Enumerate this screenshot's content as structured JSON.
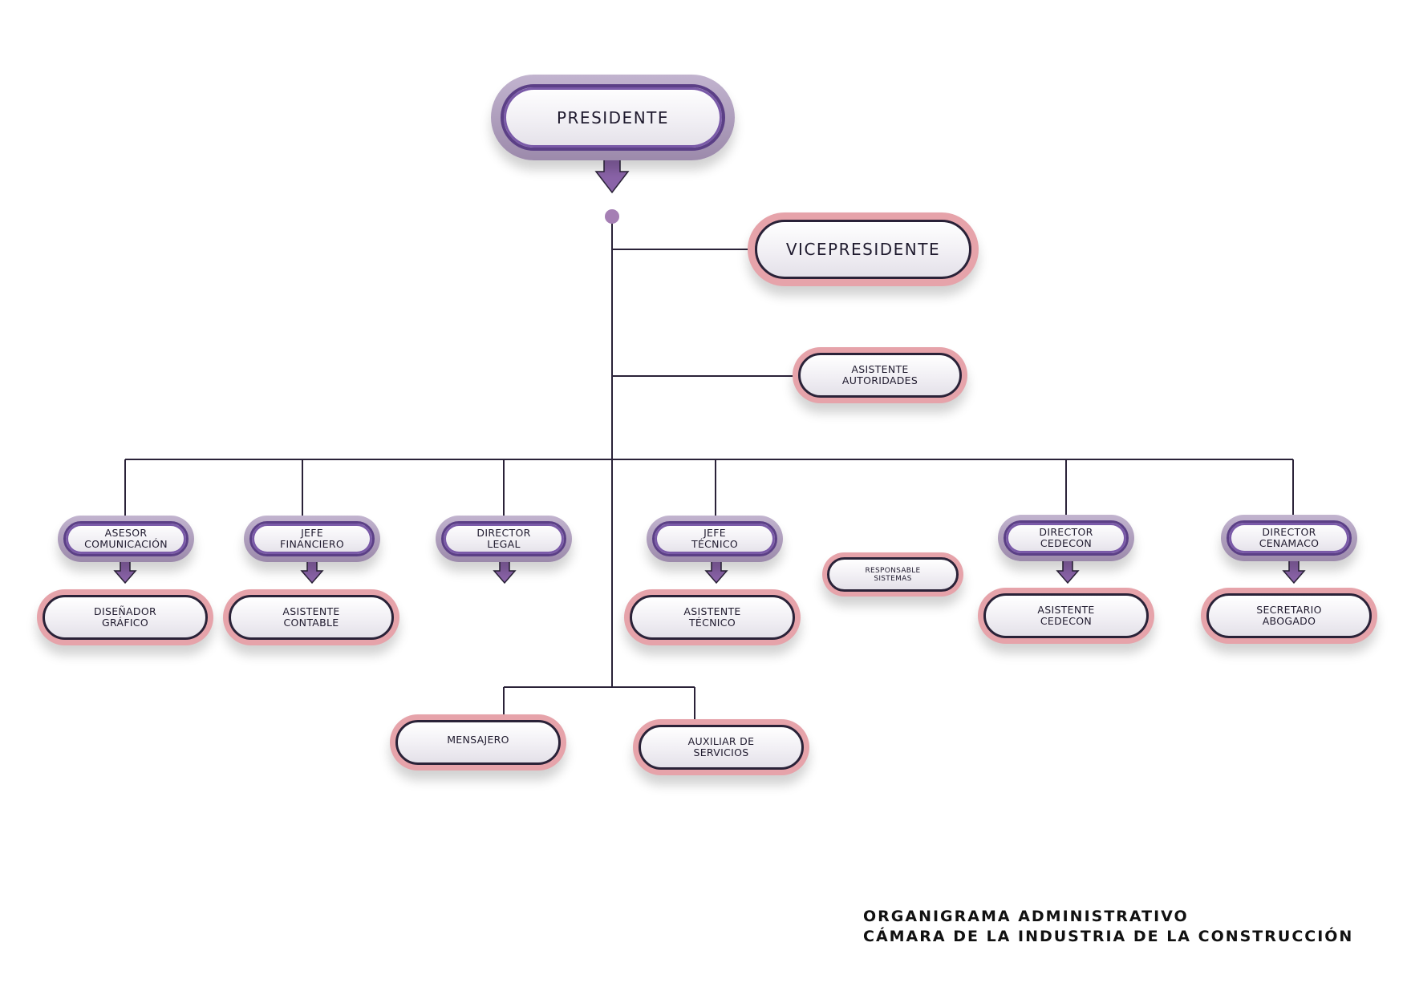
{
  "colors": {
    "purple_accent": "#7a5aa8",
    "pink_accent": "#e6a3aa",
    "line": "#2a2238",
    "dot": "#a57fb4"
  },
  "nodes": {
    "presidente": "PRESIDENTE",
    "vicepresidente": "VICEPRESIDENTE",
    "asistente_autoridades": "ASISTENTE\nAUTORIDADES",
    "asesor_comunicacion": "ASESOR\nCOMUNICACIÓN",
    "jefe_financiero": "JEFE\nFINANCIERO",
    "director_legal": "DIRECTOR\nLEGAL",
    "jefe_tecnico": "JEFE\nTÉCNICO",
    "responsable_sistemas": "RESPONSABLE\nSISTEMAS",
    "director_cedecon": "DIRECTOR\nCEDECON",
    "director_cenamaco": "DIRECTOR\nCENAMACO",
    "disenador_grafico": "DISEÑADOR\nGRÁFICO",
    "asistente_contable": "ASISTENTE\nCONTABLE",
    "asistente_tecnico": "ASISTENTE\nTÉCNICO",
    "asistente_cedecon": "ASISTENTE\nCEDECON",
    "secretario_abogado": "SECRETARIO\nABOGADO",
    "mensajero": "MENSAJERO",
    "auxiliar_servicios": "AUXILIAR DE\nSERVICIOS"
  },
  "footer": {
    "line1": "ORGANIGRAMA ADMINISTRATIVO",
    "line2": "CÁMARA DE LA INDUSTRIA DE LA CONSTRUCCIÓN"
  }
}
